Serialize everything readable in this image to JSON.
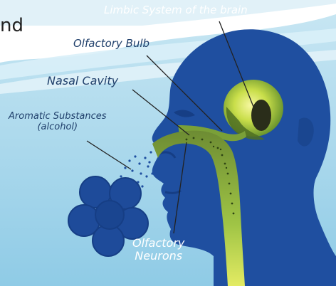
{
  "corner_text": "nd",
  "labels": {
    "limbic": "Limbic System of the brain",
    "olfactory_bulb": "Olfactory Bulb",
    "nasal_cavity": "Nasal Cavity",
    "aromatic_line1": "Aromatic Substances",
    "aromatic_line2": "(alcohol)",
    "neurons_line1": "Olfactory",
    "neurons_line2": "Neurons"
  },
  "colors": {
    "background_light": "#b9dff0",
    "background_mid": "#8fcbe6",
    "head": "#1f4fa0",
    "head_dark": "#163e85",
    "brain_yellow": "#e6ee5a",
    "brain_green": "#8bbf3a",
    "brain_dark": "#2a2d1a",
    "tract_green": "#5a7a2a",
    "flower": "#1e4b9a"
  }
}
